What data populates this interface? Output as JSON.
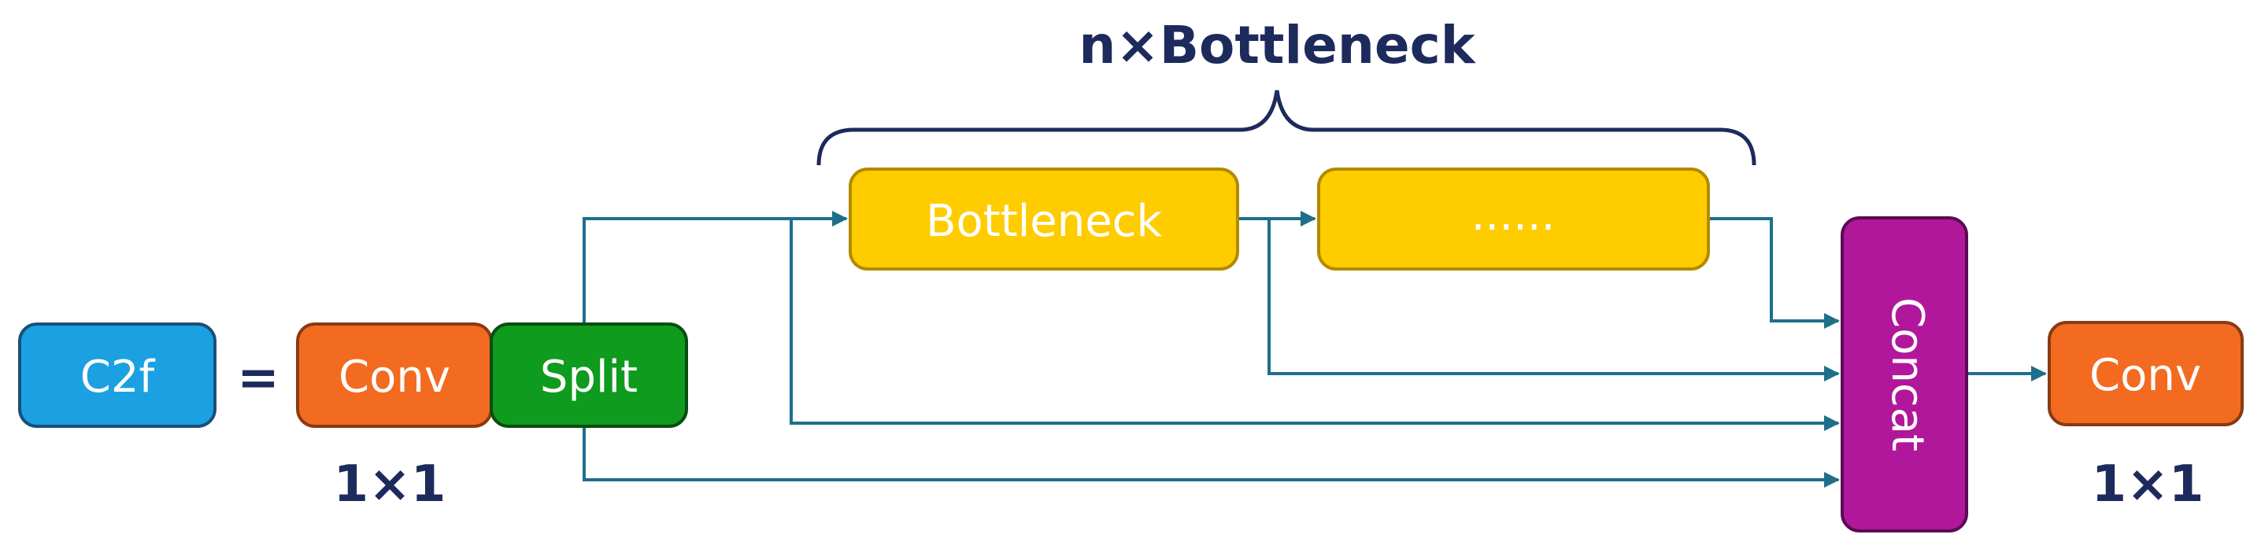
{
  "diagram": {
    "module_label": "C2f",
    "equals": "=",
    "conv_in_label": "Conv",
    "conv_in_kernel": "1×1",
    "split_label": "Split",
    "bottleneck_label": "Bottleneck",
    "repeat_label": "......",
    "group_label": "n×Bottleneck",
    "concat_label": "Concat",
    "conv_out_label": "Conv",
    "conv_out_kernel": "1×1"
  },
  "colors": {
    "c2f": "#1ba1e2",
    "conv": "#f26b21",
    "split": "#0f9b1e",
    "bottleneck": "#ffcc00",
    "concat": "#b1179b",
    "arrows": "#1f6f8b",
    "text_dark": "#1d2a5c"
  }
}
